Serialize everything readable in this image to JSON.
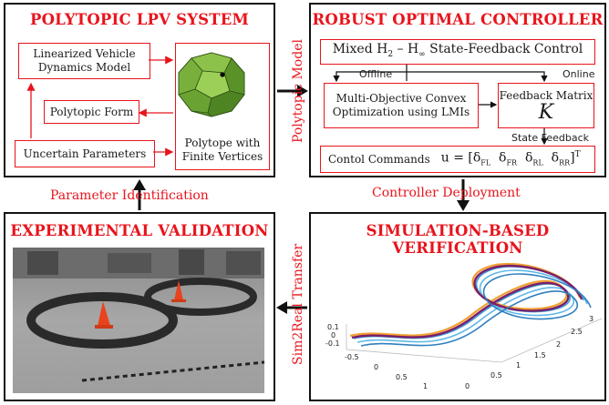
{
  "panels": {
    "lpv": {
      "title": "POLYTOPIC LPV SYSTEM",
      "linearized": "Linearized Vehicle Dynamics Model",
      "polytopic_form": "Polytopic Form",
      "uncertain": "Uncertain Parameters",
      "polytope": "Polytope with Finite Vertices"
    },
    "controller": {
      "title": "ROBUST OPTIMAL CONTROLLER",
      "mixed_prefix": "Mixed H",
      "mixed_sub1": "2",
      "mixed_dash": " – H",
      "mixed_sub2": "∞",
      "mixed_suffix": " State-Feedback Control",
      "offline": "Offline",
      "online": "Online",
      "lmi": "Multi-Objective Convex Optimization using LMIs",
      "feedback": "Feedback Matrix",
      "K": "K",
      "state_feedback": "State Feedback",
      "commands_label": "Contol Commands",
      "commands_eq": "u = [δ",
      "commands_subs": [
        "FL",
        "FR",
        "RL",
        "RR"
      ],
      "commands_sup": "T"
    },
    "experimental": {
      "title": "EXPERIMENTAL VALIDATION"
    },
    "simulation": {
      "title": "SIMULATION-BASED VERIFICATION",
      "z_ticks": [
        "0.1",
        "0",
        "-0.1"
      ],
      "x_ticks": [
        "-0.5",
        "0",
        "0.5",
        "1"
      ],
      "y_ticks": [
        "0",
        "0.5",
        "1",
        "1.5",
        "2",
        "2.5",
        "3"
      ]
    }
  },
  "arrows": {
    "polytopic_model": "Polytopic Model",
    "controller_deployment": "Controller Deployment",
    "parameter_identification": "Parameter Identification",
    "sim2real": "Sim2Real Transfer"
  },
  "colors": {
    "accent": "#e8141c",
    "polytope_green": "#6fae3a",
    "traj_blue": "#3a9fd8",
    "traj_purple": "#7b1f6a",
    "traj_orange": "#f0a030"
  }
}
